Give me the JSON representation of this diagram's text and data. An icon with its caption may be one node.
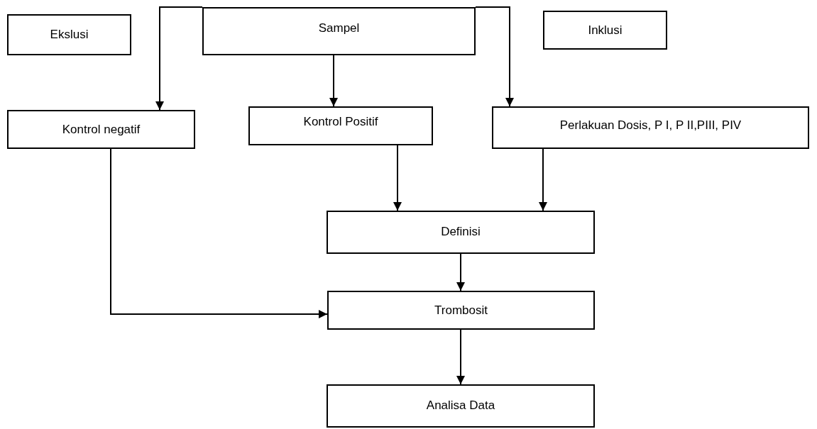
{
  "diagram": {
    "nodes": [
      {
        "text": [
          "Ekslusi"
        ]
      },
      {
        "text": [
          "Sampel"
        ]
      },
      {
        "text": [
          "Inklusi"
        ]
      },
      {
        "text": [
          "Kontrol negatif"
        ]
      },
      {
        "text": [
          "Kontrol Positif"
        ]
      },
      {
        "text": [
          "Perlakuan Dosis, P I, P II,PIII, PIV"
        ]
      },
      {
        "text": [
          "Definisi"
        ]
      },
      {
        "text": [
          "Trombosit"
        ]
      },
      {
        "text": [
          "Analisa Data"
        ]
      }
    ],
    "edges": [
      {
        "from": 1,
        "to": 3,
        "arrow": "to"
      },
      {
        "from": 1,
        "to": 4,
        "arrow": "to"
      },
      {
        "from": 1,
        "to": 5,
        "arrow": "to"
      },
      {
        "from": 4,
        "to": 6,
        "arrow": "to"
      },
      {
        "from": 5,
        "to": 6,
        "arrow": "to"
      },
      {
        "from": 6,
        "to": 7,
        "arrow": "to"
      },
      {
        "from": 3,
        "to": 7,
        "arrow": "to"
      },
      {
        "from": 7,
        "to": 8,
        "arrow": "to"
      }
    ]
  }
}
